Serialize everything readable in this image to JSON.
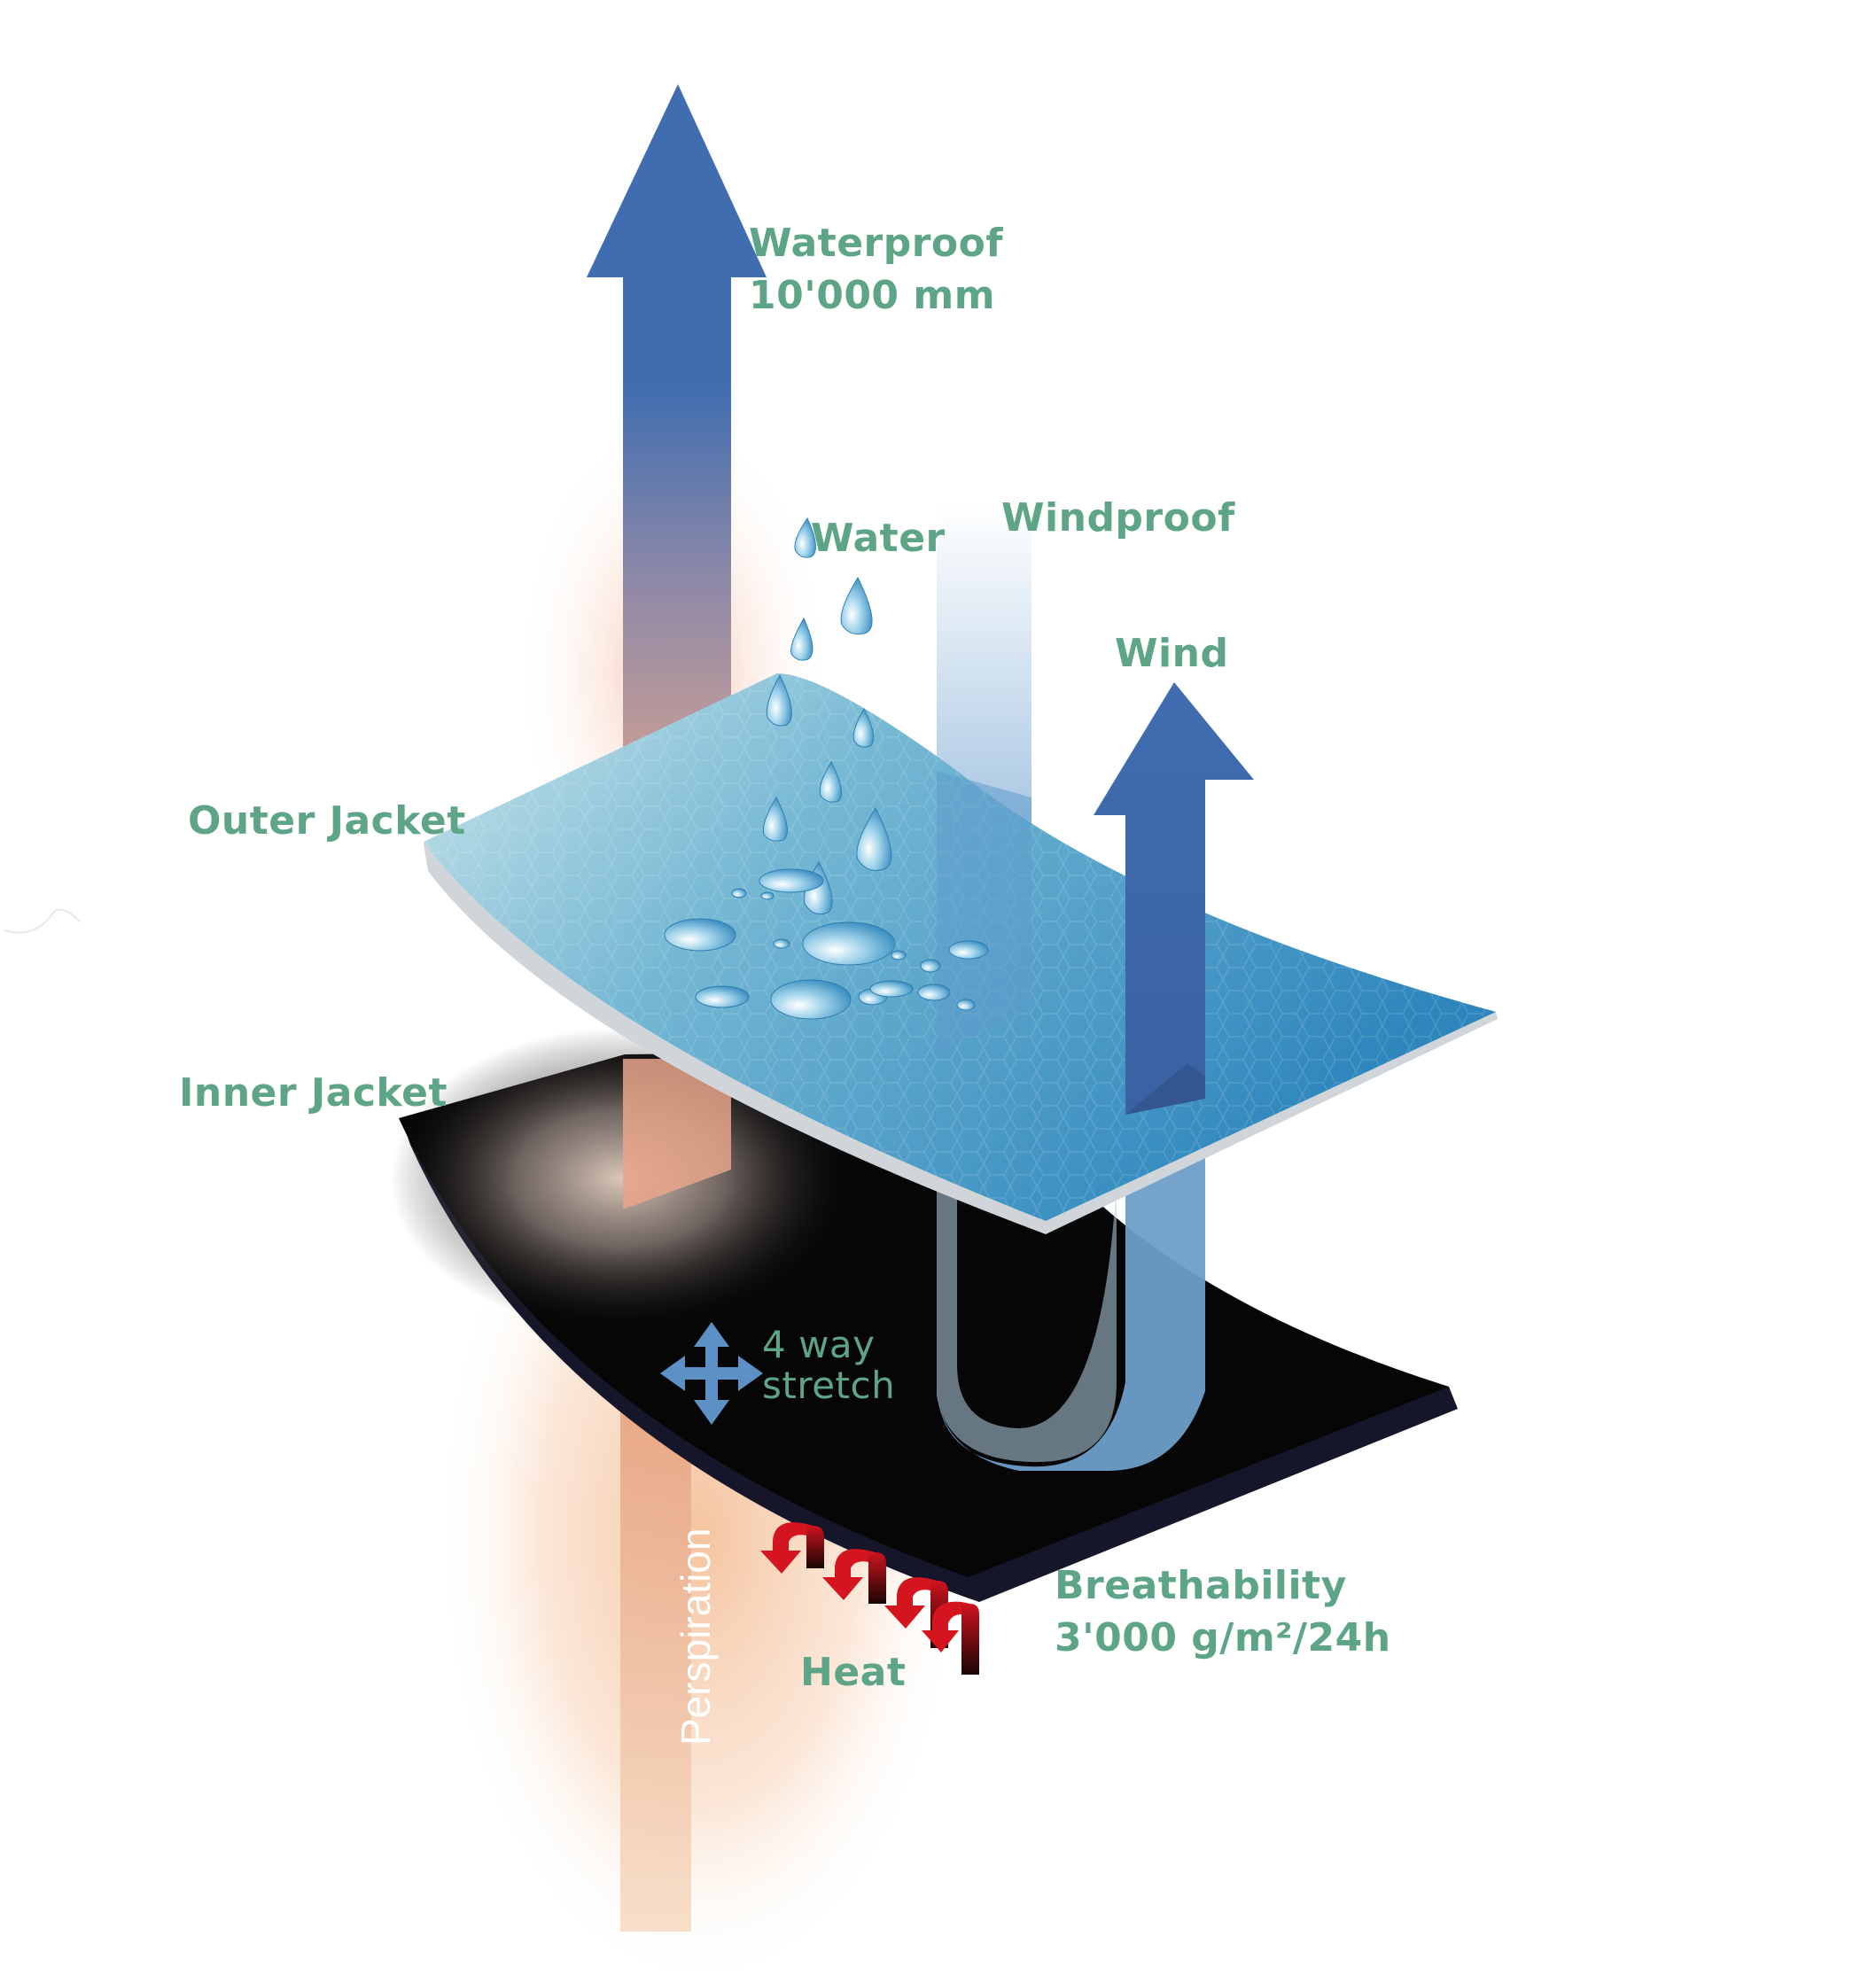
{
  "labels": {
    "waterproof": "Waterproof",
    "waterproof_value": "10'000 mm",
    "water": "Water",
    "windproof": "Windproof",
    "wind": "Wind",
    "outer_jacket": "Outer Jacket",
    "inner_jacket": "Inner Jacket",
    "stretch_line1": "4 way",
    "stretch_line2": "stretch",
    "perspiration": "Perspiration",
    "heat": "Heat",
    "breathability": "Breathability",
    "breathability_value": "3'000 g/m²/24h"
  },
  "colors": {
    "label_green": "#5ea487",
    "arrow_blue": "#3f6db0",
    "outer_layer": "#4b9fc8",
    "inner_layer": "#050505",
    "heat_red": "#c0121e",
    "perspiration_glow": "#f3b98e"
  },
  "icons": [
    "four-way-arrow-icon",
    "heat-arrow-icon",
    "water-drop-icon"
  ]
}
